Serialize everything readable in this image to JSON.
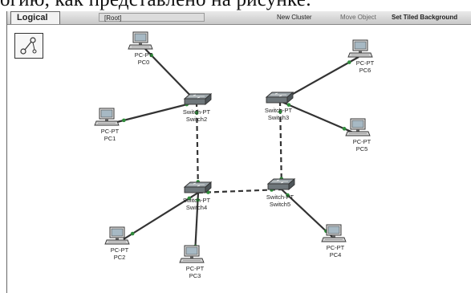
{
  "caption_text": "огию, как представлено на рисунке:",
  "toolbar": {
    "logical_tab": "Logical",
    "root": "[Root]",
    "new_cluster": "New Cluster",
    "move_object": "Move Object",
    "set_tiled_background": "Set Tiled Background"
  },
  "devices": {
    "pc0": {
      "type": "PC-PT",
      "name": "PC0"
    },
    "pc1": {
      "type": "PC-PT",
      "name": "PC1"
    },
    "pc2": {
      "type": "PC-PT",
      "name": "PC2"
    },
    "pc3": {
      "type": "PC-PT",
      "name": "PC3"
    },
    "pc4": {
      "type": "PC-PT",
      "name": "PC4"
    },
    "pc5": {
      "type": "PC-PT",
      "name": "PC5"
    },
    "pc6": {
      "type": "PC-PT",
      "name": "PC6"
    },
    "switch2": {
      "type": "Switch-PT",
      "name": "Switch2"
    },
    "switch3": {
      "type": "Switch-PT",
      "name": "Switch3"
    },
    "switch4": {
      "type": "Switch-PT",
      "name": "Switch4"
    },
    "switch5": {
      "type": "Switch-PT",
      "name": "Switch5"
    }
  },
  "links": [
    {
      "from": "pc0",
      "to": "switch2",
      "style": "solid"
    },
    {
      "from": "pc1",
      "to": "switch2",
      "style": "solid"
    },
    {
      "from": "pc6",
      "to": "switch3",
      "style": "solid"
    },
    {
      "from": "pc5",
      "to": "switch3",
      "style": "solid"
    },
    {
      "from": "switch2",
      "to": "switch4",
      "style": "dashed"
    },
    {
      "from": "switch3",
      "to": "switch5",
      "style": "dashed"
    },
    {
      "from": "switch4",
      "to": "switch5",
      "style": "dashed"
    },
    {
      "from": "switch4",
      "to": "pc2",
      "style": "solid"
    },
    {
      "from": "switch4",
      "to": "pc3",
      "style": "solid"
    },
    {
      "from": "switch5",
      "to": "pc4",
      "style": "solid"
    }
  ],
  "colors": {
    "toolbar": "#d6d6d6",
    "link": "#333333",
    "switch_top": "#9aa3a8",
    "switch_side": "#5d6468",
    "pc_screen": "#a7b9c4"
  },
  "icons": {
    "navigation": "tree-navigation-icon",
    "pc": "pc-icon",
    "switch": "switch-icon"
  }
}
